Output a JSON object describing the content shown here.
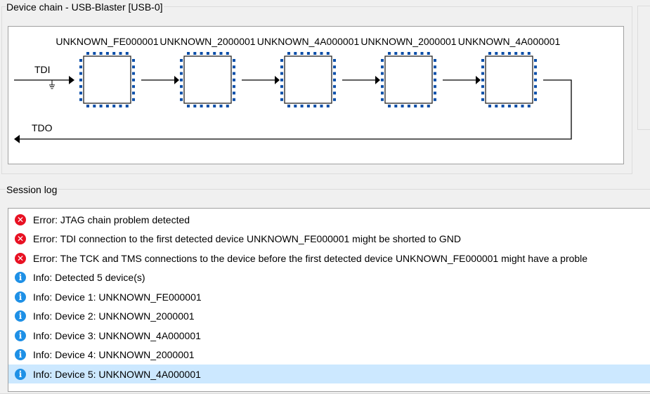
{
  "device_chain": {
    "title": "Device chain - USB-Blaster [USB-0]",
    "tdi_label": "TDI",
    "tdo_label": "TDO",
    "devices": [
      "UNKNOWN_FE000001",
      "UNKNOWN_2000001",
      "UNKNOWN_4A000001",
      "UNKNOWN_2000001",
      "UNKNOWN_4A000001"
    ],
    "pin_color": "#0a4ea8"
  },
  "session_log": {
    "title": "Session log",
    "entries": [
      {
        "type": "error",
        "icon": "error-icon",
        "text": "Error: JTAG chain problem detected"
      },
      {
        "type": "error",
        "icon": "error-icon",
        "text": "Error: TDI connection to the first detected device UNKNOWN_FE000001 might be shorted to GND"
      },
      {
        "type": "error",
        "icon": "error-icon",
        "text": "Error: The TCK and TMS connections to the device before the first detected device UNKNOWN_FE000001 might have a proble"
      },
      {
        "type": "info",
        "icon": "info-icon",
        "text": "Info: Detected 5 device(s)"
      },
      {
        "type": "info",
        "icon": "info-icon",
        "text": "Info: Device 1: UNKNOWN_FE000001"
      },
      {
        "type": "info",
        "icon": "info-icon",
        "text": "Info: Device 2: UNKNOWN_2000001"
      },
      {
        "type": "info",
        "icon": "info-icon",
        "text": "Info: Device 3: UNKNOWN_4A000001"
      },
      {
        "type": "info",
        "icon": "info-icon",
        "text": "Info: Device 4: UNKNOWN_2000001"
      },
      {
        "type": "info",
        "icon": "info-icon",
        "text": "Info: Device 5: UNKNOWN_4A000001",
        "selected": true
      }
    ]
  }
}
